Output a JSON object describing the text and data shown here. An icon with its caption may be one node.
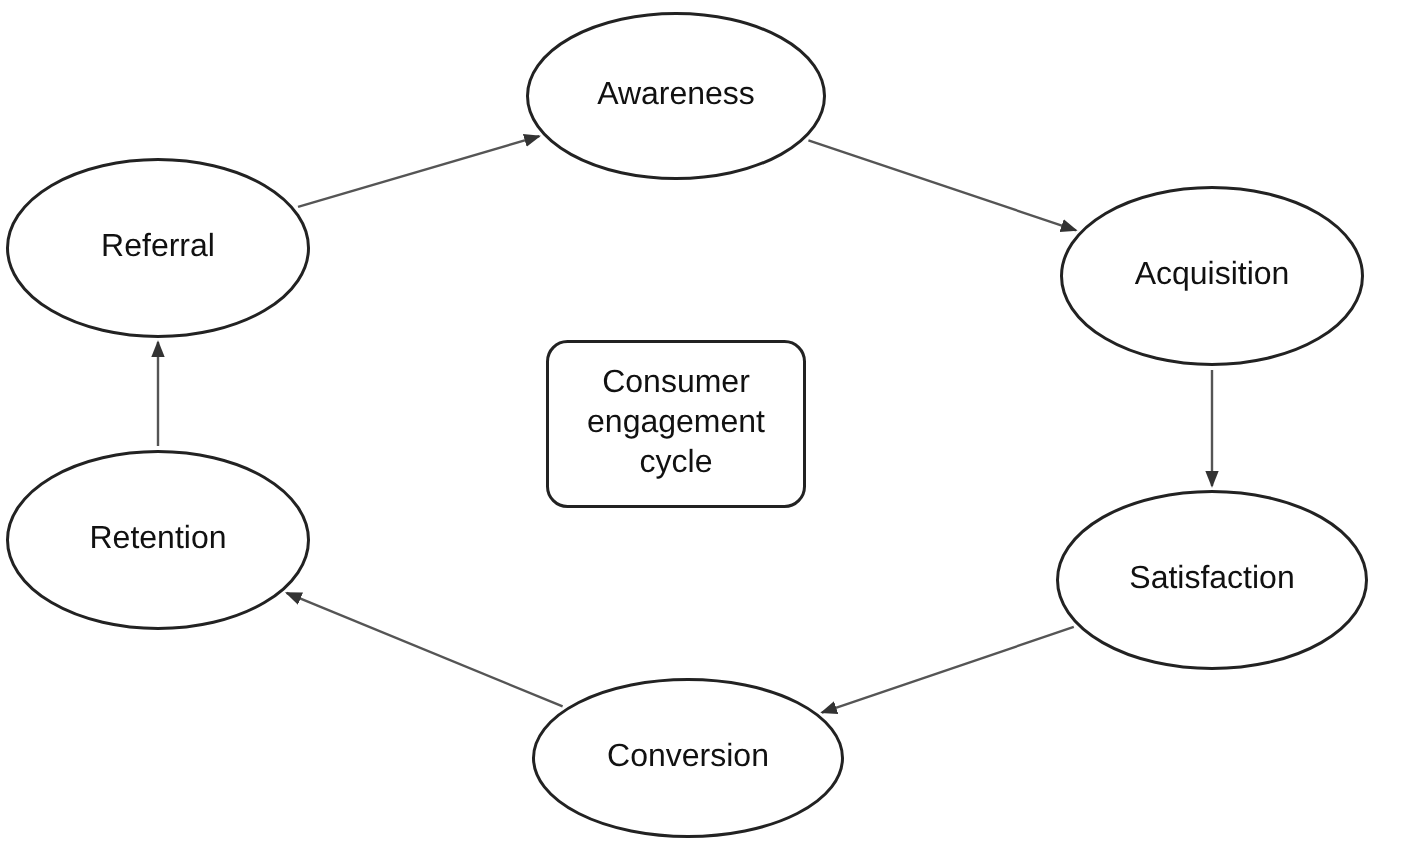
{
  "diagram": {
    "nodes": [
      {
        "text": [
          "Awareness"
        ]
      },
      {
        "text": [
          "Acquisition"
        ]
      },
      {
        "text": [
          "Satisfaction"
        ]
      },
      {
        "text": [
          "Conversion"
        ]
      },
      {
        "text": [
          "Retention"
        ]
      },
      {
        "text": [
          "Referral"
        ]
      },
      {
        "text": [
          "Consumer engagement cycle"
        ]
      }
    ],
    "edges": [
      {
        "from": 0,
        "to": 1,
        "arrow": "to"
      },
      {
        "from": 1,
        "to": 2,
        "arrow": "to"
      },
      {
        "from": 2,
        "to": 3,
        "arrow": "to"
      },
      {
        "from": 3,
        "to": 4,
        "arrow": "to"
      },
      {
        "from": 4,
        "to": 5,
        "arrow": "to"
      },
      {
        "from": 5,
        "to": 0,
        "arrow": "to"
      }
    ]
  }
}
